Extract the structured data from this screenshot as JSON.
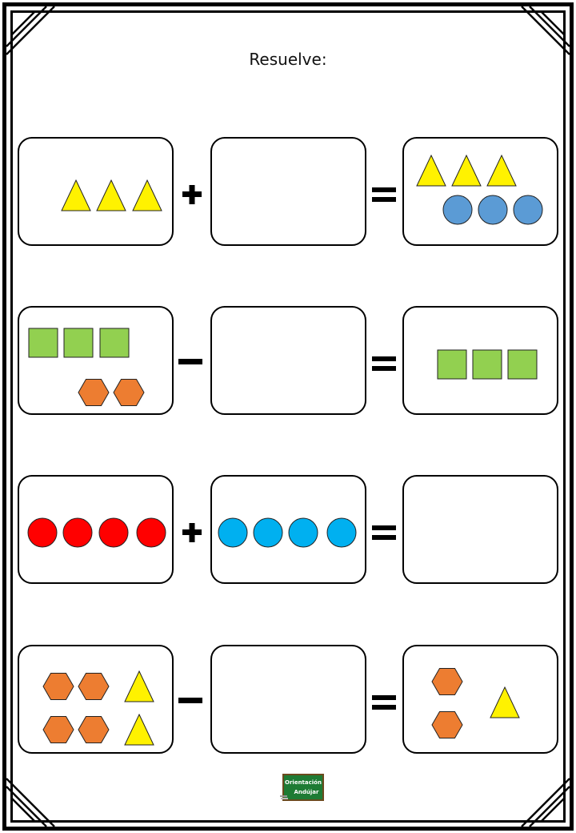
{
  "title": "Resuelve:",
  "colors": {
    "yellow": "#fff200",
    "blue": "#5b9bd5",
    "green": "#92d050",
    "orange": "#ed7d31",
    "red": "#ff0000",
    "cyan": "#00b0f0"
  },
  "problems": [
    {
      "operator": "plus",
      "left": [
        {
          "shape": "triangle",
          "color": "yellow"
        },
        {
          "shape": "triangle",
          "color": "yellow"
        },
        {
          "shape": "triangle",
          "color": "yellow"
        }
      ],
      "middle": [],
      "right": [
        {
          "shape": "triangle",
          "color": "yellow"
        },
        {
          "shape": "triangle",
          "color": "yellow"
        },
        {
          "shape": "triangle",
          "color": "yellow"
        },
        {
          "shape": "circle",
          "color": "blue"
        },
        {
          "shape": "circle",
          "color": "blue"
        },
        {
          "shape": "circle",
          "color": "blue"
        }
      ]
    },
    {
      "operator": "minus",
      "left": [
        {
          "shape": "square",
          "color": "green"
        },
        {
          "shape": "square",
          "color": "green"
        },
        {
          "shape": "square",
          "color": "green"
        },
        {
          "shape": "hexagon",
          "color": "orange"
        },
        {
          "shape": "hexagon",
          "color": "orange"
        }
      ],
      "middle": [],
      "right": [
        {
          "shape": "square",
          "color": "green"
        },
        {
          "shape": "square",
          "color": "green"
        },
        {
          "shape": "square",
          "color": "green"
        }
      ]
    },
    {
      "operator": "plus",
      "left": [
        {
          "shape": "circle",
          "color": "red"
        },
        {
          "shape": "circle",
          "color": "red"
        },
        {
          "shape": "circle",
          "color": "red"
        },
        {
          "shape": "circle",
          "color": "red"
        }
      ],
      "middle": [
        {
          "shape": "circle",
          "color": "cyan"
        },
        {
          "shape": "circle",
          "color": "cyan"
        },
        {
          "shape": "circle",
          "color": "cyan"
        },
        {
          "shape": "circle",
          "color": "cyan"
        }
      ],
      "right": []
    },
    {
      "operator": "minus",
      "left": [
        {
          "shape": "hexagon",
          "color": "orange"
        },
        {
          "shape": "hexagon",
          "color": "orange"
        },
        {
          "shape": "triangle",
          "color": "yellow"
        },
        {
          "shape": "hexagon",
          "color": "orange"
        },
        {
          "shape": "hexagon",
          "color": "orange"
        },
        {
          "shape": "triangle",
          "color": "yellow"
        }
      ],
      "middle": [],
      "right": [
        {
          "shape": "hexagon",
          "color": "orange"
        },
        {
          "shape": "hexagon",
          "color": "orange"
        },
        {
          "shape": "triangle",
          "color": "yellow"
        }
      ]
    }
  ],
  "logo": {
    "line1": "Orientación",
    "line2": "Andújar"
  }
}
